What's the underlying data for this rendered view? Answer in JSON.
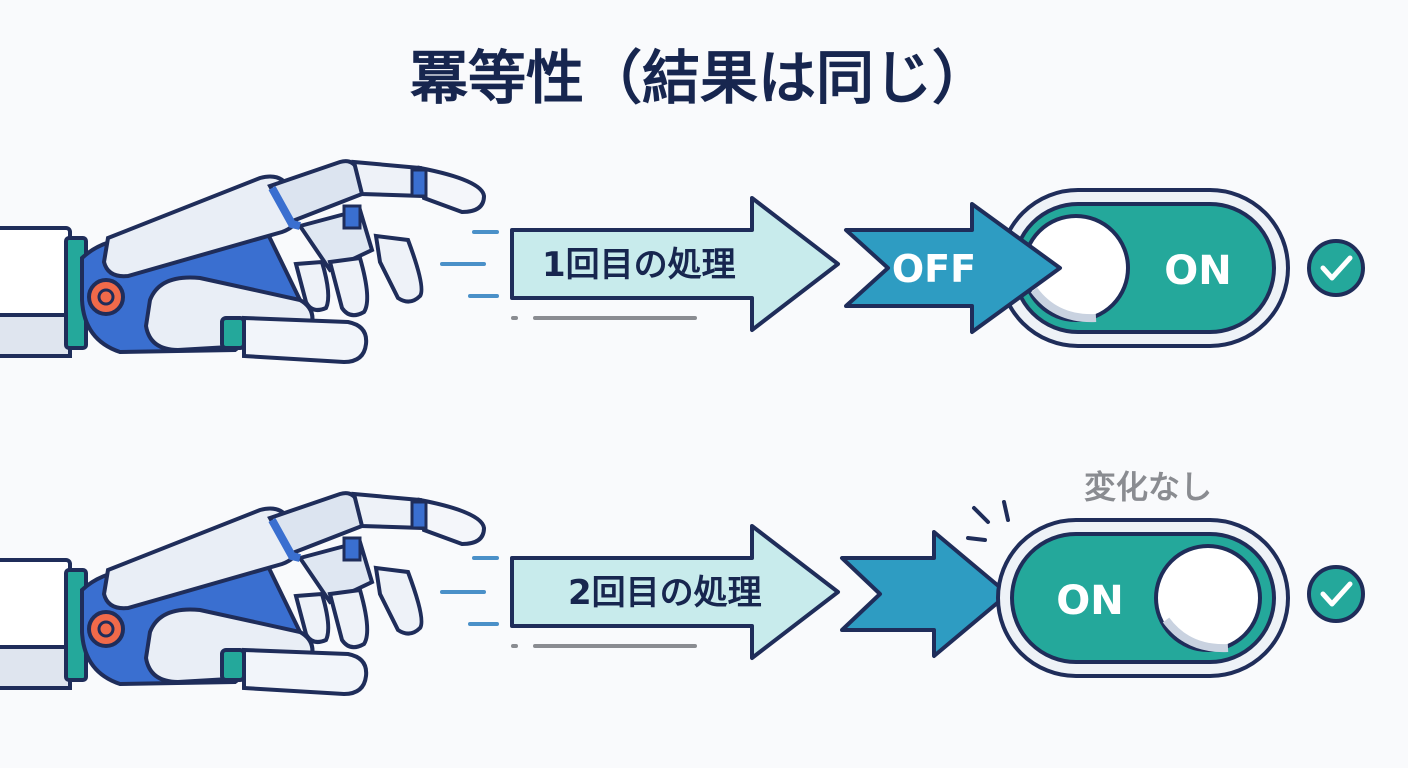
{
  "title": "冪等性（結果は同じ）",
  "steps": [
    {
      "label": "1回目の処理",
      "from_state": "OFF",
      "to_state": "ON"
    },
    {
      "label": "2回目の処理",
      "to_state": "ON",
      "note": "変化なし"
    }
  ],
  "colors": {
    "navy": "#17264f",
    "outline": "#1f2d5a",
    "arrow_fill": "#c8ebec",
    "blue_arrow": "#2e9cc2",
    "teal": "#24a89b",
    "robot_blue": "#3a6fd0",
    "joint_orange": "#f06a4a",
    "check_teal": "#24a89b"
  },
  "icons": [
    "robot-hand-icon",
    "motion-lines-icon",
    "toggle-switch-icon",
    "check-circle-icon",
    "impact-lines-icon"
  ]
}
